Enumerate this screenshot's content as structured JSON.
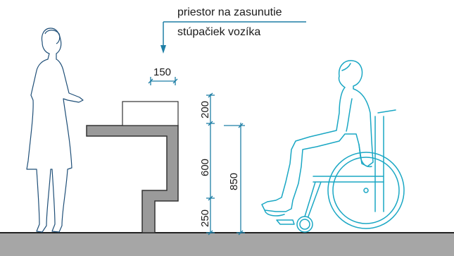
{
  "annotation": {
    "line1": "priestor na zasunutie",
    "line2": "stúpačiek vozíka"
  },
  "dimensions": {
    "footrest_width": "150",
    "top_height": "200",
    "middle_height": "600",
    "bottom_height": "250",
    "counter_height": "850"
  },
  "colors": {
    "figure_stroke": "#1f4f78",
    "wheelchair_stroke": "#1aa7c4",
    "dimension_stroke": "#1f7fa6",
    "counter_fill": "#9a9a9a",
    "floor_fill": "#a6a6a6"
  }
}
